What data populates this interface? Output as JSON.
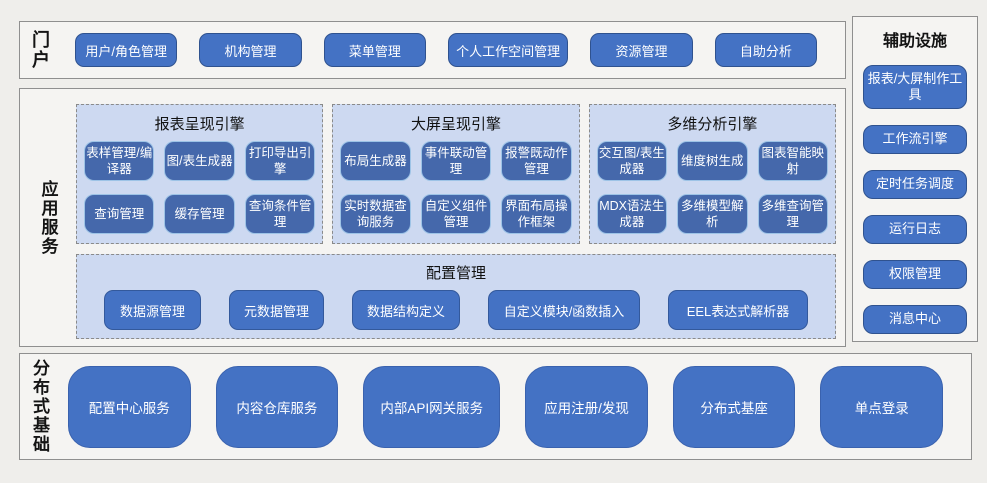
{
  "sections": {
    "portal": {
      "label": "门户",
      "buttons": [
        "用户/角色管理",
        "机构管理",
        "菜单管理",
        "个人工作空间管理",
        "资源管理",
        "自助分析"
      ]
    },
    "app_services": {
      "label": "应用服务",
      "engines": [
        {
          "title": "报表呈现引擎",
          "buttons": [
            "表样管理/编译器",
            "图/表生成器",
            "打印导出引擎",
            "查询管理",
            "缓存管理",
            "查询条件管理"
          ]
        },
        {
          "title": "大屏呈现引擎",
          "buttons": [
            "布局生成器",
            "事件联动管理",
            "报警既动作管理",
            "实时数据查询服务",
            "自定义组件管理",
            "界面布局操作框架"
          ]
        },
        {
          "title": "多维分析引擎",
          "buttons": [
            "交互图/表生成器",
            "维度树生成",
            "图表智能映射",
            "MDX语法生成器",
            "多维模型解析",
            "多维查询管理"
          ]
        }
      ],
      "config": {
        "title": "配置管理",
        "buttons": [
          "数据源管理",
          "元数据管理",
          "数据结构定义",
          "自定义模块/函数插入",
          "EEL表达式解析器"
        ]
      }
    },
    "aux": {
      "label": "辅助设施",
      "buttons": [
        "报表/大屏制作工具",
        "工作流引擎",
        "定时任务调度",
        "运行日志",
        "权限管理",
        "消息中心"
      ]
    },
    "foundation": {
      "label": "分布式基础",
      "buttons": [
        "配置中心服务",
        "内容仓库服务",
        "内部API网关服务",
        "应用注册/发现",
        "分布式基座",
        "单点登录"
      ]
    }
  },
  "colors": {
    "button_fill": "#4472c4",
    "button_border": "#2f528f",
    "inner_button_fill": "#4568ab",
    "inner_button_border": "#9dc3e6",
    "panel_fill": "#cdd9f1",
    "section_fill": "#f5f4f2",
    "canvas_bg": "#efeeeb"
  }
}
